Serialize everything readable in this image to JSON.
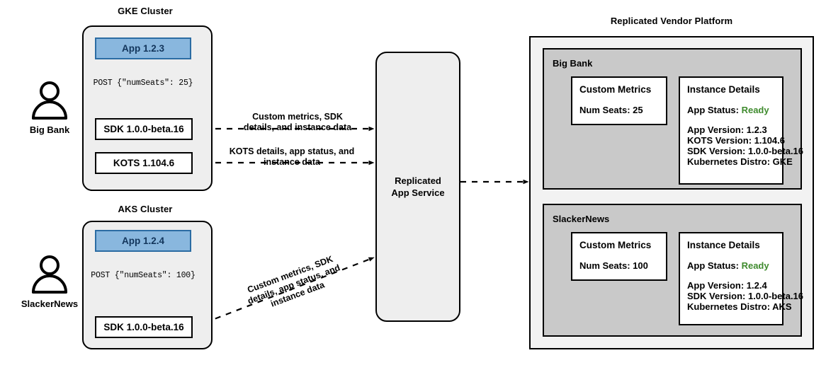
{
  "diagram": {
    "title_gke": "GKE Cluster",
    "title_aks": "AKS Cluster",
    "title_platform": "Replicated Vendor Platform"
  },
  "actors": [
    {
      "name": "Big Bank",
      "icon": "person-icon"
    },
    {
      "name": "SlackerNews",
      "icon": "person-icon"
    }
  ],
  "gke_cluster": {
    "app_box": "App 1.2.3",
    "post_call": "POST {\"numSeats\": 25}",
    "sdk_box": "SDK 1.0.0-beta.16",
    "kots_box": "KOTS 1.104.6"
  },
  "aks_cluster": {
    "app_box": "App 1.2.4",
    "post_call": "POST {\"numSeats\": 100}",
    "sdk_box": "SDK 1.0.0-beta.16"
  },
  "edges": {
    "sdk_to_service_line1": "Custom metrics, SDK",
    "sdk_to_service_line2": "details, and instance data",
    "kots_to_service_line1": "KOTS details, app status, and",
    "kots_to_service_line2": "instance data",
    "aks_to_service_line1": "Custom metrics, SDK",
    "aks_to_service_line2": "details, app status, and",
    "aks_to_service_line3": "instance data"
  },
  "service": {
    "line1": "Replicated",
    "line2": "App Service"
  },
  "platform": {
    "tenants": [
      {
        "name": "Big Bank",
        "metrics": {
          "heading": "Custom Metrics",
          "rows": [
            "Num Seats: 25"
          ]
        },
        "instance": {
          "heading": "Instance Details",
          "status_label": "App Status:",
          "status_value": "Ready",
          "rows": [
            "App Version: 1.2.3",
            "KOTS Version: 1.104.6",
            "SDK Version: 1.0.0-beta.16",
            "Kubernetes Distro: GKE"
          ]
        }
      },
      {
        "name": "SlackerNews",
        "metrics": {
          "heading": "Custom Metrics",
          "rows": [
            "Num Seats: 100"
          ]
        },
        "instance": {
          "heading": "Instance Details",
          "status_label": "App Status:",
          "status_value": "Ready",
          "rows": [
            "App Version: 1.2.4",
            "SDK Version: 1.0.0-beta.16",
            "Kubernetes Distro: AKS"
          ]
        }
      }
    ]
  },
  "colors": {
    "app_fill": "#89b7de",
    "app_border": "#2b6ca3",
    "cluster_fill": "#eeeeee",
    "tenant_fill": "#c9c9c9",
    "platform_fill": "#f2f2f2",
    "status_ready": "#3f8b2e"
  }
}
